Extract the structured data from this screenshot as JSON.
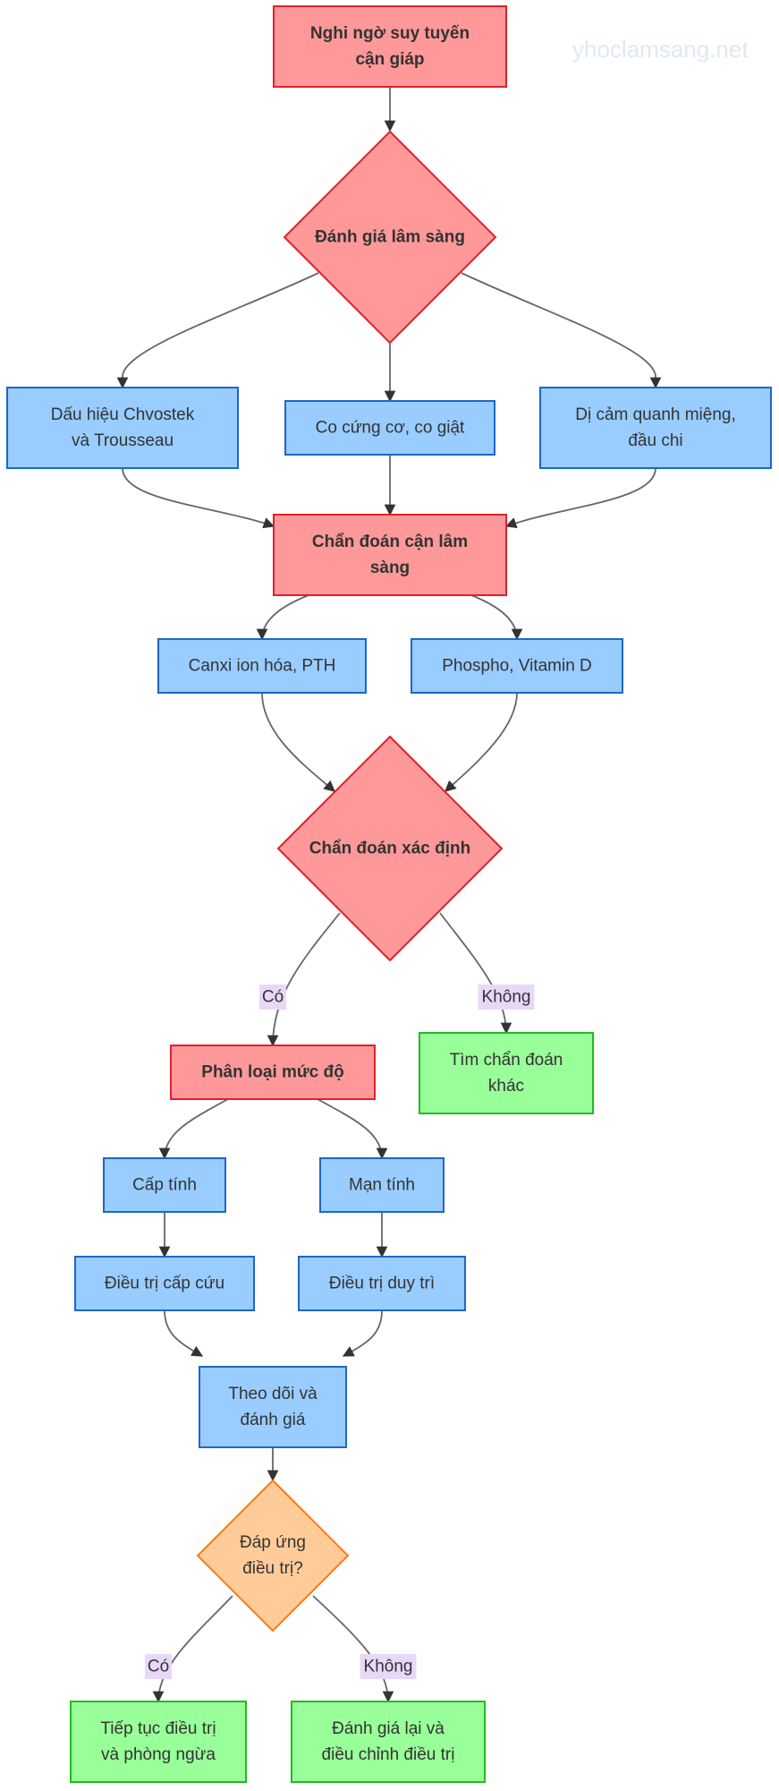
{
  "watermark": "yhoclamsang.net",
  "colors": {
    "red_fill": "#ff9999",
    "red_stroke": "#e0202a",
    "blue_fill": "#99ccff",
    "blue_stroke": "#1e66c8",
    "green_fill": "#99ff99",
    "green_stroke": "#22bb22",
    "orange_fill": "#ffcc99",
    "orange_stroke": "#ff7711",
    "edge": "#666666",
    "label_bg": "#e8d8f8"
  },
  "nodes": {
    "suspect": [
      "Nghi ngờ suy tuyến",
      "cận giáp"
    ],
    "clinical_eval": [
      "Đánh giá lâm sàng"
    ],
    "chvostek": [
      "Dấu hiệu Chvostek",
      "và Trousseau"
    ],
    "cramps": [
      "Co cứng cơ, co giật"
    ],
    "paresthesia": [
      "Dị cảm quanh miệng,",
      "đầu chi"
    ],
    "lab_dx": [
      "Chẩn đoán cận lâm",
      "sàng"
    ],
    "calcium": [
      "Canxi ion hóa, PTH"
    ],
    "phospho": [
      "Phospho, Vitamin D"
    ],
    "definitive_dx": [
      "Chẩn đoán xác định"
    ],
    "other_dx": [
      "Tìm chẩn đoán",
      "khác"
    ],
    "severity": [
      "Phân loại mức độ"
    ],
    "acute": [
      "Cấp tính"
    ],
    "chronic": [
      "Mạn tính"
    ],
    "emergency_tx": [
      "Điều trị cấp cứu"
    ],
    "maintenance_tx": [
      "Điều trị duy trì"
    ],
    "monitor": [
      "Theo dõi và",
      "đánh giá"
    ],
    "response": [
      "Đáp ứng",
      "điều trị?"
    ],
    "continue_tx": [
      "Tiếp tục điều trị",
      "và phòng ngừa"
    ],
    "reassess": [
      "Đánh giá lại và",
      "điều chỉnh điều trị"
    ]
  },
  "edge_labels": {
    "dx_yes": "Có",
    "dx_no": "Không",
    "resp_yes": "Có",
    "resp_no": "Không"
  }
}
